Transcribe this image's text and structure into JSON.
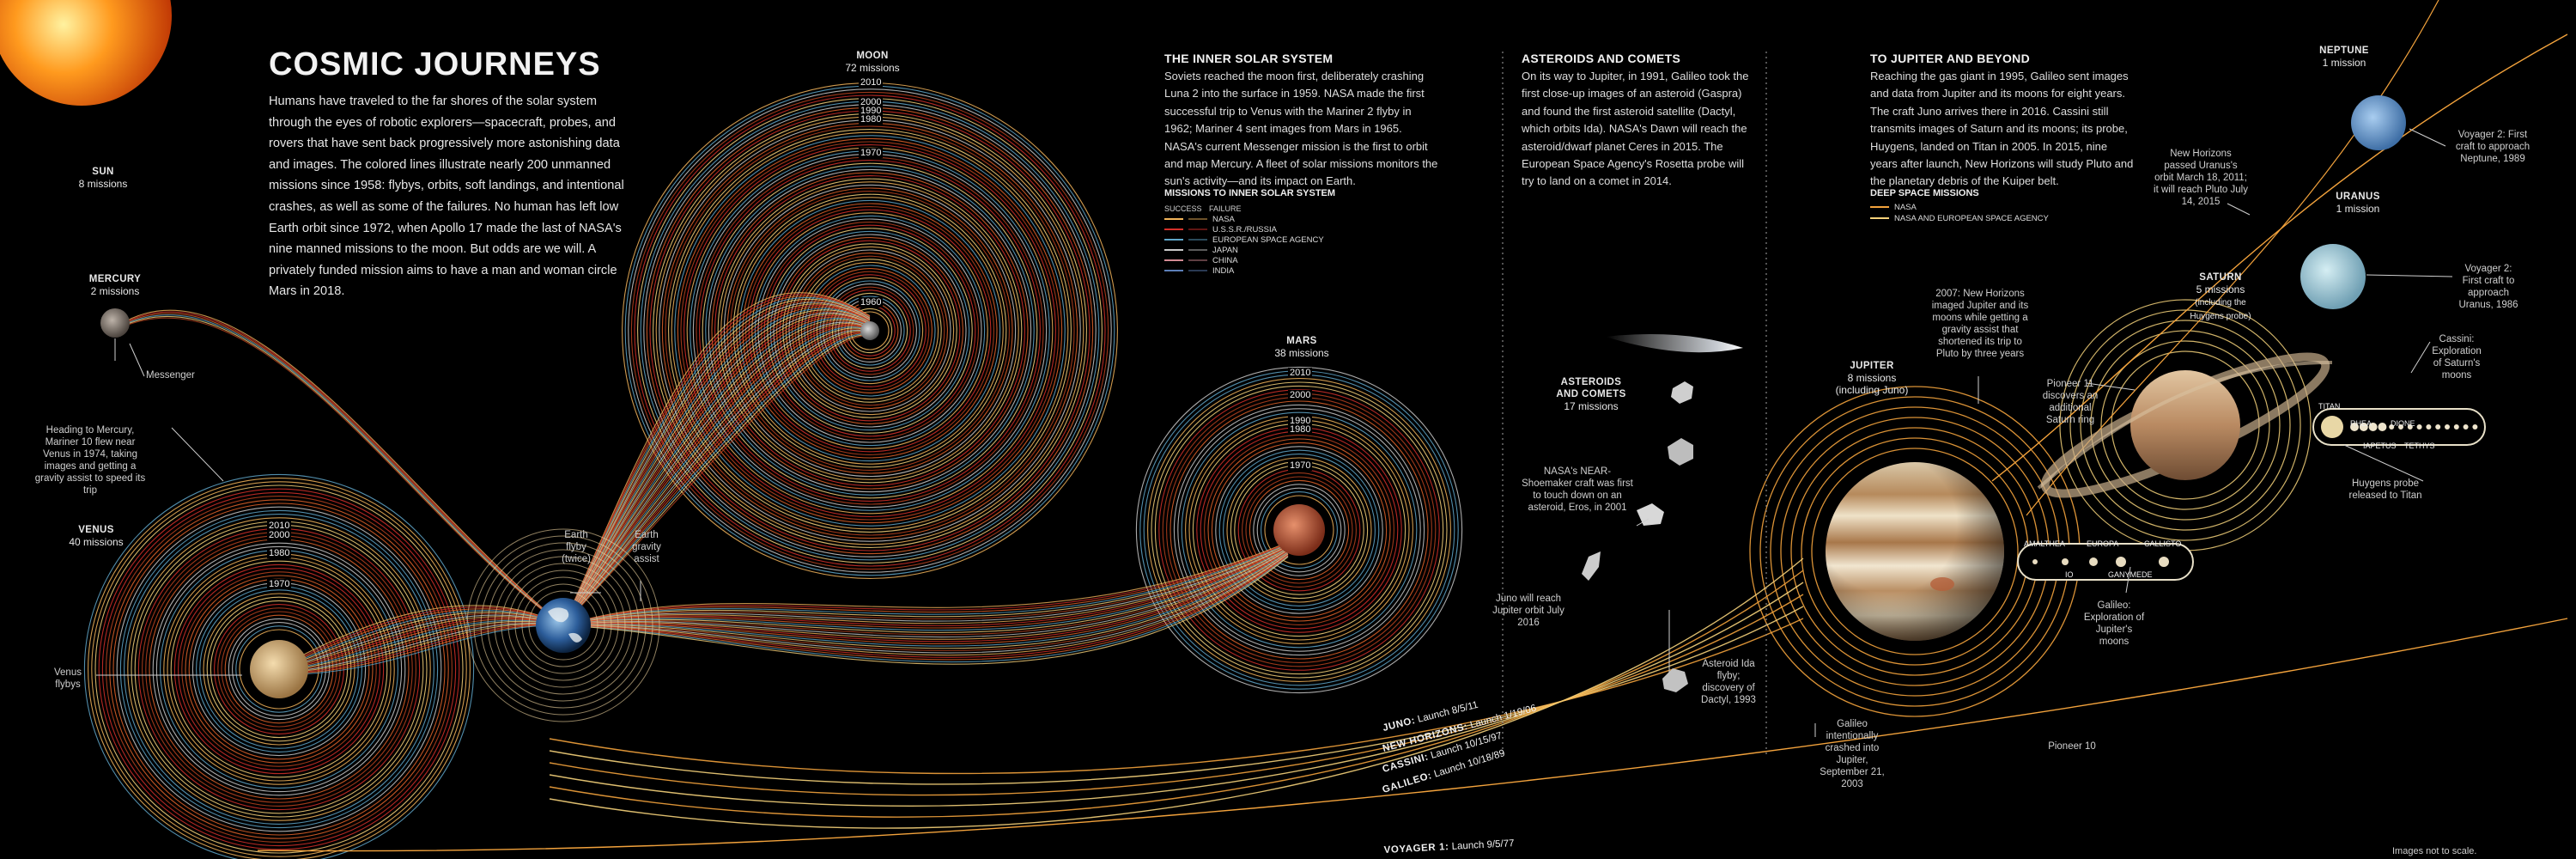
{
  "title": "COSMIC JOURNEYS",
  "intro": "Humans have traveled to the far shores of the solar system through the eyes of robotic explorers—spacecraft, probes, and rovers that have sent back progressively more astonishing data and images. The colored lines illustrate nearly 200 unmanned missions since 1958: flybys, orbits, soft landings, and intentional crashes, as well as some of the failures. No human has left low Earth orbit since 1972, when Apollo 17 made the last of NASA's nine manned missions to the moon. But odds are we will. A privately funded mission aims to have a man and woman circle Mars in 2018.",
  "sections": {
    "inner": {
      "heading": "THE INNER SOLAR SYSTEM",
      "text": "Soviets reached the moon first, deliberately crashing Luna 2 into the surface in 1959. NASA made the first successful trip to Venus with the Mariner 2 flyby in 1962; Mariner 4 sent images from Mars in 1965. NASA's current Messenger mission is the first to orbit and map Mercury. A fleet of solar missions monitors the sun's activity—and its impact on Earth."
    },
    "asteroids": {
      "heading": "ASTEROIDS AND COMETS",
      "text": "On its way to Jupiter, in 1991, Galileo took the first close-up images of an asteroid (Gaspra) and found the first asteroid satellite (Dactyl, which orbits Ida). NASA's Dawn will reach the asteroid/dwarf planet Ceres in 2015. The European Space Agency's Rosetta probe will try to land on a comet in 2014."
    },
    "jupiter": {
      "heading": "TO JUPITER AND BEYOND",
      "text": "Reaching the gas giant in 1995, Galileo sent images and data from Jupiter and its moons for eight years. The craft Juno arrives there in 2016. Cassini still transmits images of Saturn and its moons; its probe, Huygens, landed on Titan in 2005. In 2015, nine years after launch, New Horizons will study Pluto and the planetary debris of the Kuiper belt."
    }
  },
  "legend_inner": {
    "heading": "MISSIONS TO INNER SOLAR SYSTEM",
    "success": "SUCCESS",
    "failure": "FAILURE",
    "items": [
      {
        "name": "NASA",
        "color": "#f2b45a"
      },
      {
        "name": "U.S.S.R./RUSSIA",
        "color": "#d6302a"
      },
      {
        "name": "EUROPEAN SPACE AGENCY",
        "color": "#5fa6c9"
      },
      {
        "name": "JAPAN",
        "color": "#c9c9c9"
      },
      {
        "name": "CHINA",
        "color": "#d38b94"
      },
      {
        "name": "INDIA",
        "color": "#5c7fb8"
      }
    ]
  },
  "legend_deep": {
    "heading": "DEEP SPACE MISSIONS",
    "items": [
      {
        "name": "NASA",
        "color": "#f2a23c"
      },
      {
        "name": "NASA AND EUROPEAN SPACE AGENCY",
        "color": "#f5d27a"
      }
    ]
  },
  "bodies": {
    "sun": {
      "name": "SUN",
      "count": "8 missions"
    },
    "mercury": {
      "name": "MERCURY",
      "count": "2 missions"
    },
    "venus": {
      "name": "VENUS",
      "count": "40 missions"
    },
    "moon": {
      "name": "MOON",
      "count": "72 missions"
    },
    "mars": {
      "name": "MARS",
      "count": "38 missions"
    },
    "asteroids": {
      "name": "ASTEROIDS AND COMETS",
      "count": "17 missions"
    },
    "jupiter": {
      "name": "JUPITER",
      "count": "8 missions",
      "note": "(including Juno)"
    },
    "saturn": {
      "name": "SATURN",
      "count": "5 missions",
      "note": "(including the Huygens probe)"
    },
    "uranus": {
      "name": "URANUS",
      "count": "1 mission"
    },
    "neptune": {
      "name": "NEPTUNE",
      "count": "1 mission"
    }
  },
  "years": {
    "venus": [
      "2010",
      "2000",
      "1980",
      "1970"
    ],
    "moon": [
      "2010",
      "2000",
      "1990",
      "1980",
      "1970",
      "1960"
    ],
    "mars": [
      "2010",
      "2000",
      "1990",
      "1980",
      "1970"
    ]
  },
  "annotations": {
    "messenger": "Messenger",
    "mariner10": "Heading to Mercury, Mariner 10 flew near Venus in 1974, taking images and getting a gravity assist to speed its trip",
    "venus_flybys": "Venus flybys",
    "earth_flyby": "Earth flyby (twice)",
    "earth_gravity": "Earth gravity assist",
    "near": "NASA's NEAR-Shoemaker craft was first to touch down on an asteroid, Eros, in 2001",
    "juno_orbit": "Juno will reach Jupiter orbit July 2016",
    "ida": "Asteroid Ida flyby; discovery of Dactyl, 1993",
    "galileo_crash": "Galileo intentionally crashed into Jupiter, September 21, 2003",
    "new_horizons_jupiter": "2007: New Horizons imaged Jupiter and its moons while getting a gravity assist that shortened its trip to Pluto by three years",
    "pioneer11": "Pioneer 11 discovers an additional Saturn ring",
    "galileo_moons": "Galileo: Exploration of Jupiter's moons",
    "pioneer10": "Pioneer 10",
    "new_horizons_uranus": "New Horizons passed Uranus's orbit March 18, 2011; it will reach Pluto July 14, 2015",
    "voyager2_neptune": "Voyager 2: First craft to approach Neptune, 1989",
    "voyager2_uranus": "Voyager 2: First craft to approach Uranus, 1986",
    "cassini": "Cassini: Exploration of Saturn's moons",
    "huygens": "Huygens probe released to Titan",
    "scale": "Images not to scale."
  },
  "jupiter_moons": [
    "AMALTHEA",
    "IO",
    "EUROPA",
    "GANYMEDE",
    "CALLISTO"
  ],
  "saturn_moons": [
    "TITAN",
    "RHEA",
    "IAPETUS",
    "DIONE",
    "TETHYS"
  ],
  "launches": [
    {
      "craft": "JUNO:",
      "date": "Launch 8/5/11"
    },
    {
      "craft": "NEW HORIZONS:",
      "date": "Launch 1/19/06"
    },
    {
      "craft": "CASSINI:",
      "date": "Launch 10/15/97"
    },
    {
      "craft": "GALILEO:",
      "date": "Launch 10/18/89"
    },
    {
      "craft": "VOYAGER 1:",
      "date": "Launch 9/5/77"
    }
  ],
  "colors": {
    "background": "#000000",
    "nasa": "#f2a23c",
    "ussr": "#d6302a",
    "esa": "#5fa6c9"
  }
}
